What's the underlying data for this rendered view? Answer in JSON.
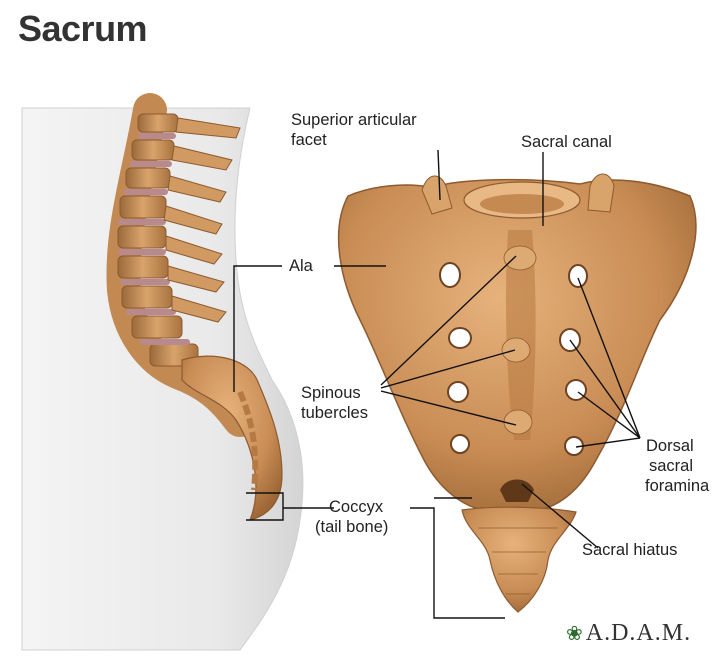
{
  "title": "Sacrum",
  "labels": {
    "superior_articular_facet": [
      "Superior articular",
      "facet"
    ],
    "sacral_canal": "Sacral canal",
    "ala": "Ala",
    "spinous_tubercles": [
      "Spinous",
      "tubercles"
    ],
    "dorsal_sacral_foramina": [
      "Dorsal",
      "sacral",
      "foramina"
    ],
    "coccyx": [
      "Coccyx",
      "(tail bone)"
    ],
    "sacral_hiatus": "Sacral hiatus"
  },
  "logo": "A.D.A.M.",
  "colors": {
    "bone": "#c98c55",
    "bone_dark": "#8e5a2f",
    "bone_light": "#e3b07c",
    "disc": "#b88a8e",
    "body_shadow": "#e2e2e2"
  }
}
